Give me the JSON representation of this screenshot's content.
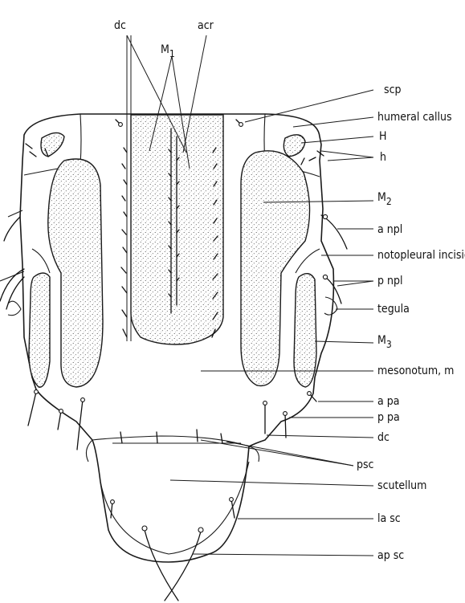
{
  "labels": {
    "dc_top": "dc",
    "acr": "acr",
    "m1_main": "M",
    "m1_sub": "1",
    "scp": "scp",
    "humeral_callus": "humeral callus",
    "H": "H",
    "h": "h",
    "m2_main": "M",
    "m2_sub": "2",
    "a_npl": "a npl",
    "notopleural_incision": "notopleural incision",
    "p_npl": "p npl",
    "tegula": "tegula",
    "m3_main": "M",
    "m3_sub": "3",
    "mesonotum": "mesonotum, m",
    "a_pa": "a pa",
    "p_pa": "p pa",
    "dc_right": "dc",
    "psc": "psc",
    "scutellum": "scutellum",
    "la_sc": "la sc",
    "ap_sc": "ap sc"
  }
}
